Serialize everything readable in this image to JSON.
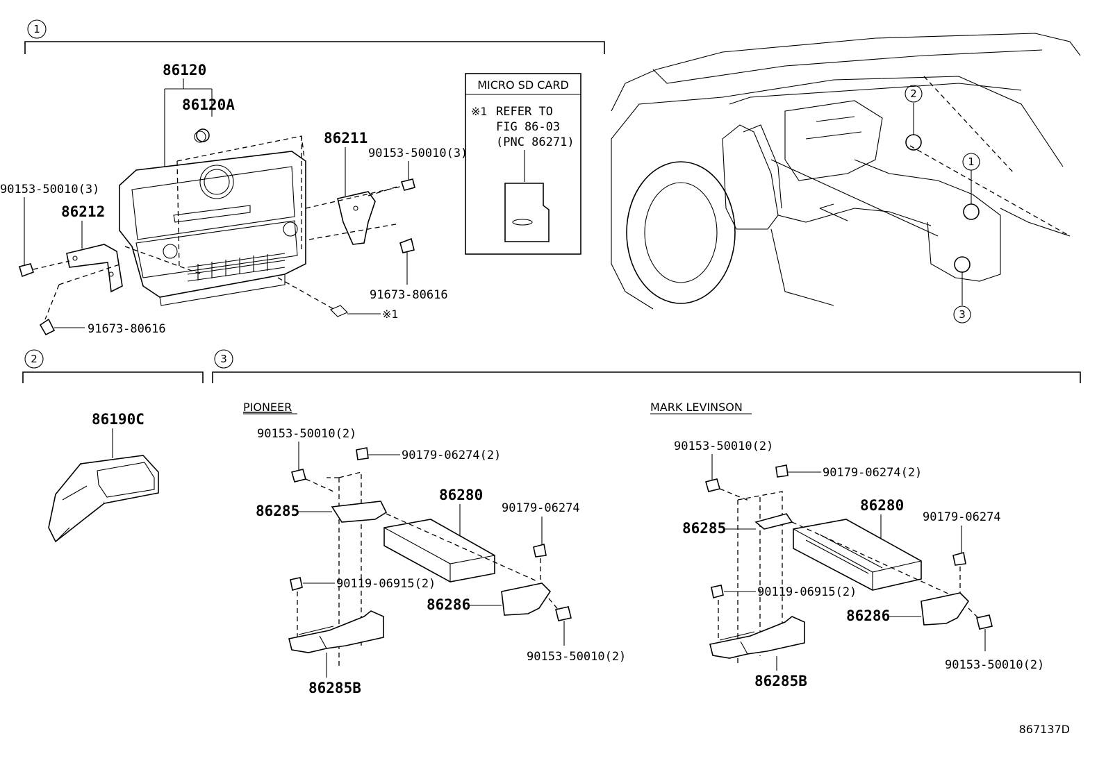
{
  "sections": {
    "s1": "1",
    "s2": "2",
    "s3": "3",
    "view_c1": "1",
    "view_c2": "2",
    "view_c3": "3"
  },
  "parts": {
    "p86120": "86120",
    "p86120A": "86120A",
    "p86211": "86211",
    "p86212": "86212",
    "bolt_left_top": "90153-50010(3)",
    "bolt_right_top": "90153-50010(3)",
    "screw_left": "91673-80616",
    "screw_right": "91673-80616",
    "ref_mark": "※1",
    "p86190C": "86190C"
  },
  "sd_box": {
    "title": "MICRO SD CARD",
    "mark": "※1",
    "line1": "REFER TO",
    "line2": "FIG 86-03",
    "line3": "(PNC 86271)"
  },
  "pioneer": {
    "label": "PIONEER",
    "b1": "90153-50010(2)",
    "b2": "90179-06274(2)",
    "b3": "90179-06274",
    "b4": "90119-06915(2)",
    "b5": "90153-50010(2)",
    "p86280": "86280",
    "p86285": "86285",
    "p86286": "86286",
    "p86285B": "86285B"
  },
  "mark_levinson": {
    "label": "MARK LEVINSON",
    "b1": "90153-50010(2)",
    "b2": "90179-06274(2)",
    "b3": "90179-06274",
    "b4": "90119-06915(2)",
    "b5": "90153-50010(2)",
    "p86280": "86280",
    "p86285": "86285",
    "p86286": "86286",
    "p86285B": "86285B"
  },
  "figure_code": "867137D"
}
